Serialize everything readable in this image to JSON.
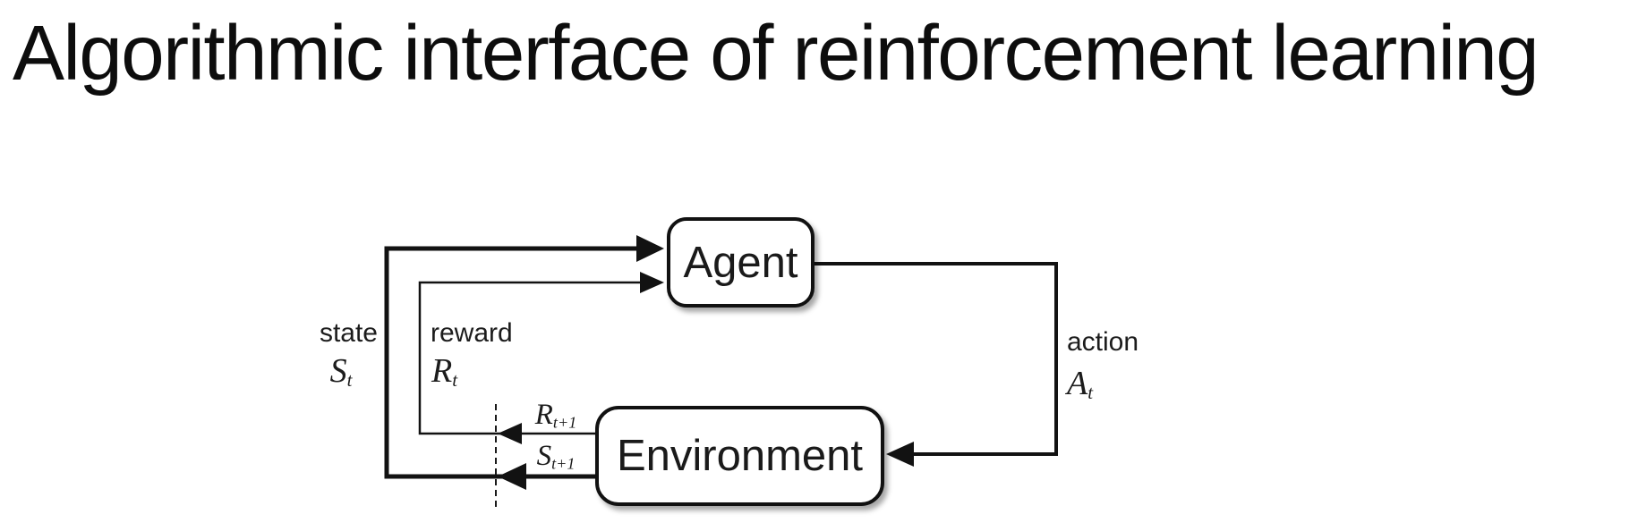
{
  "title": "Algorithmic interface of reinforcement learning",
  "diagram": {
    "agent": {
      "label": "Agent"
    },
    "environment": {
      "label": "Environment"
    },
    "state": {
      "word": "state",
      "symbol": {
        "base": "S",
        "sub": "t"
      }
    },
    "reward": {
      "word": "reward",
      "symbol": {
        "base": "R",
        "sub": "t"
      }
    },
    "action": {
      "word": "action",
      "symbol": {
        "base": "A",
        "sub": "t"
      }
    },
    "next_reward": {
      "base": "R",
      "sub": "t+1"
    },
    "next_state": {
      "base": "S",
      "sub": "t+1"
    }
  },
  "colors": {
    "ink": "#111111",
    "background": "#ffffff"
  }
}
